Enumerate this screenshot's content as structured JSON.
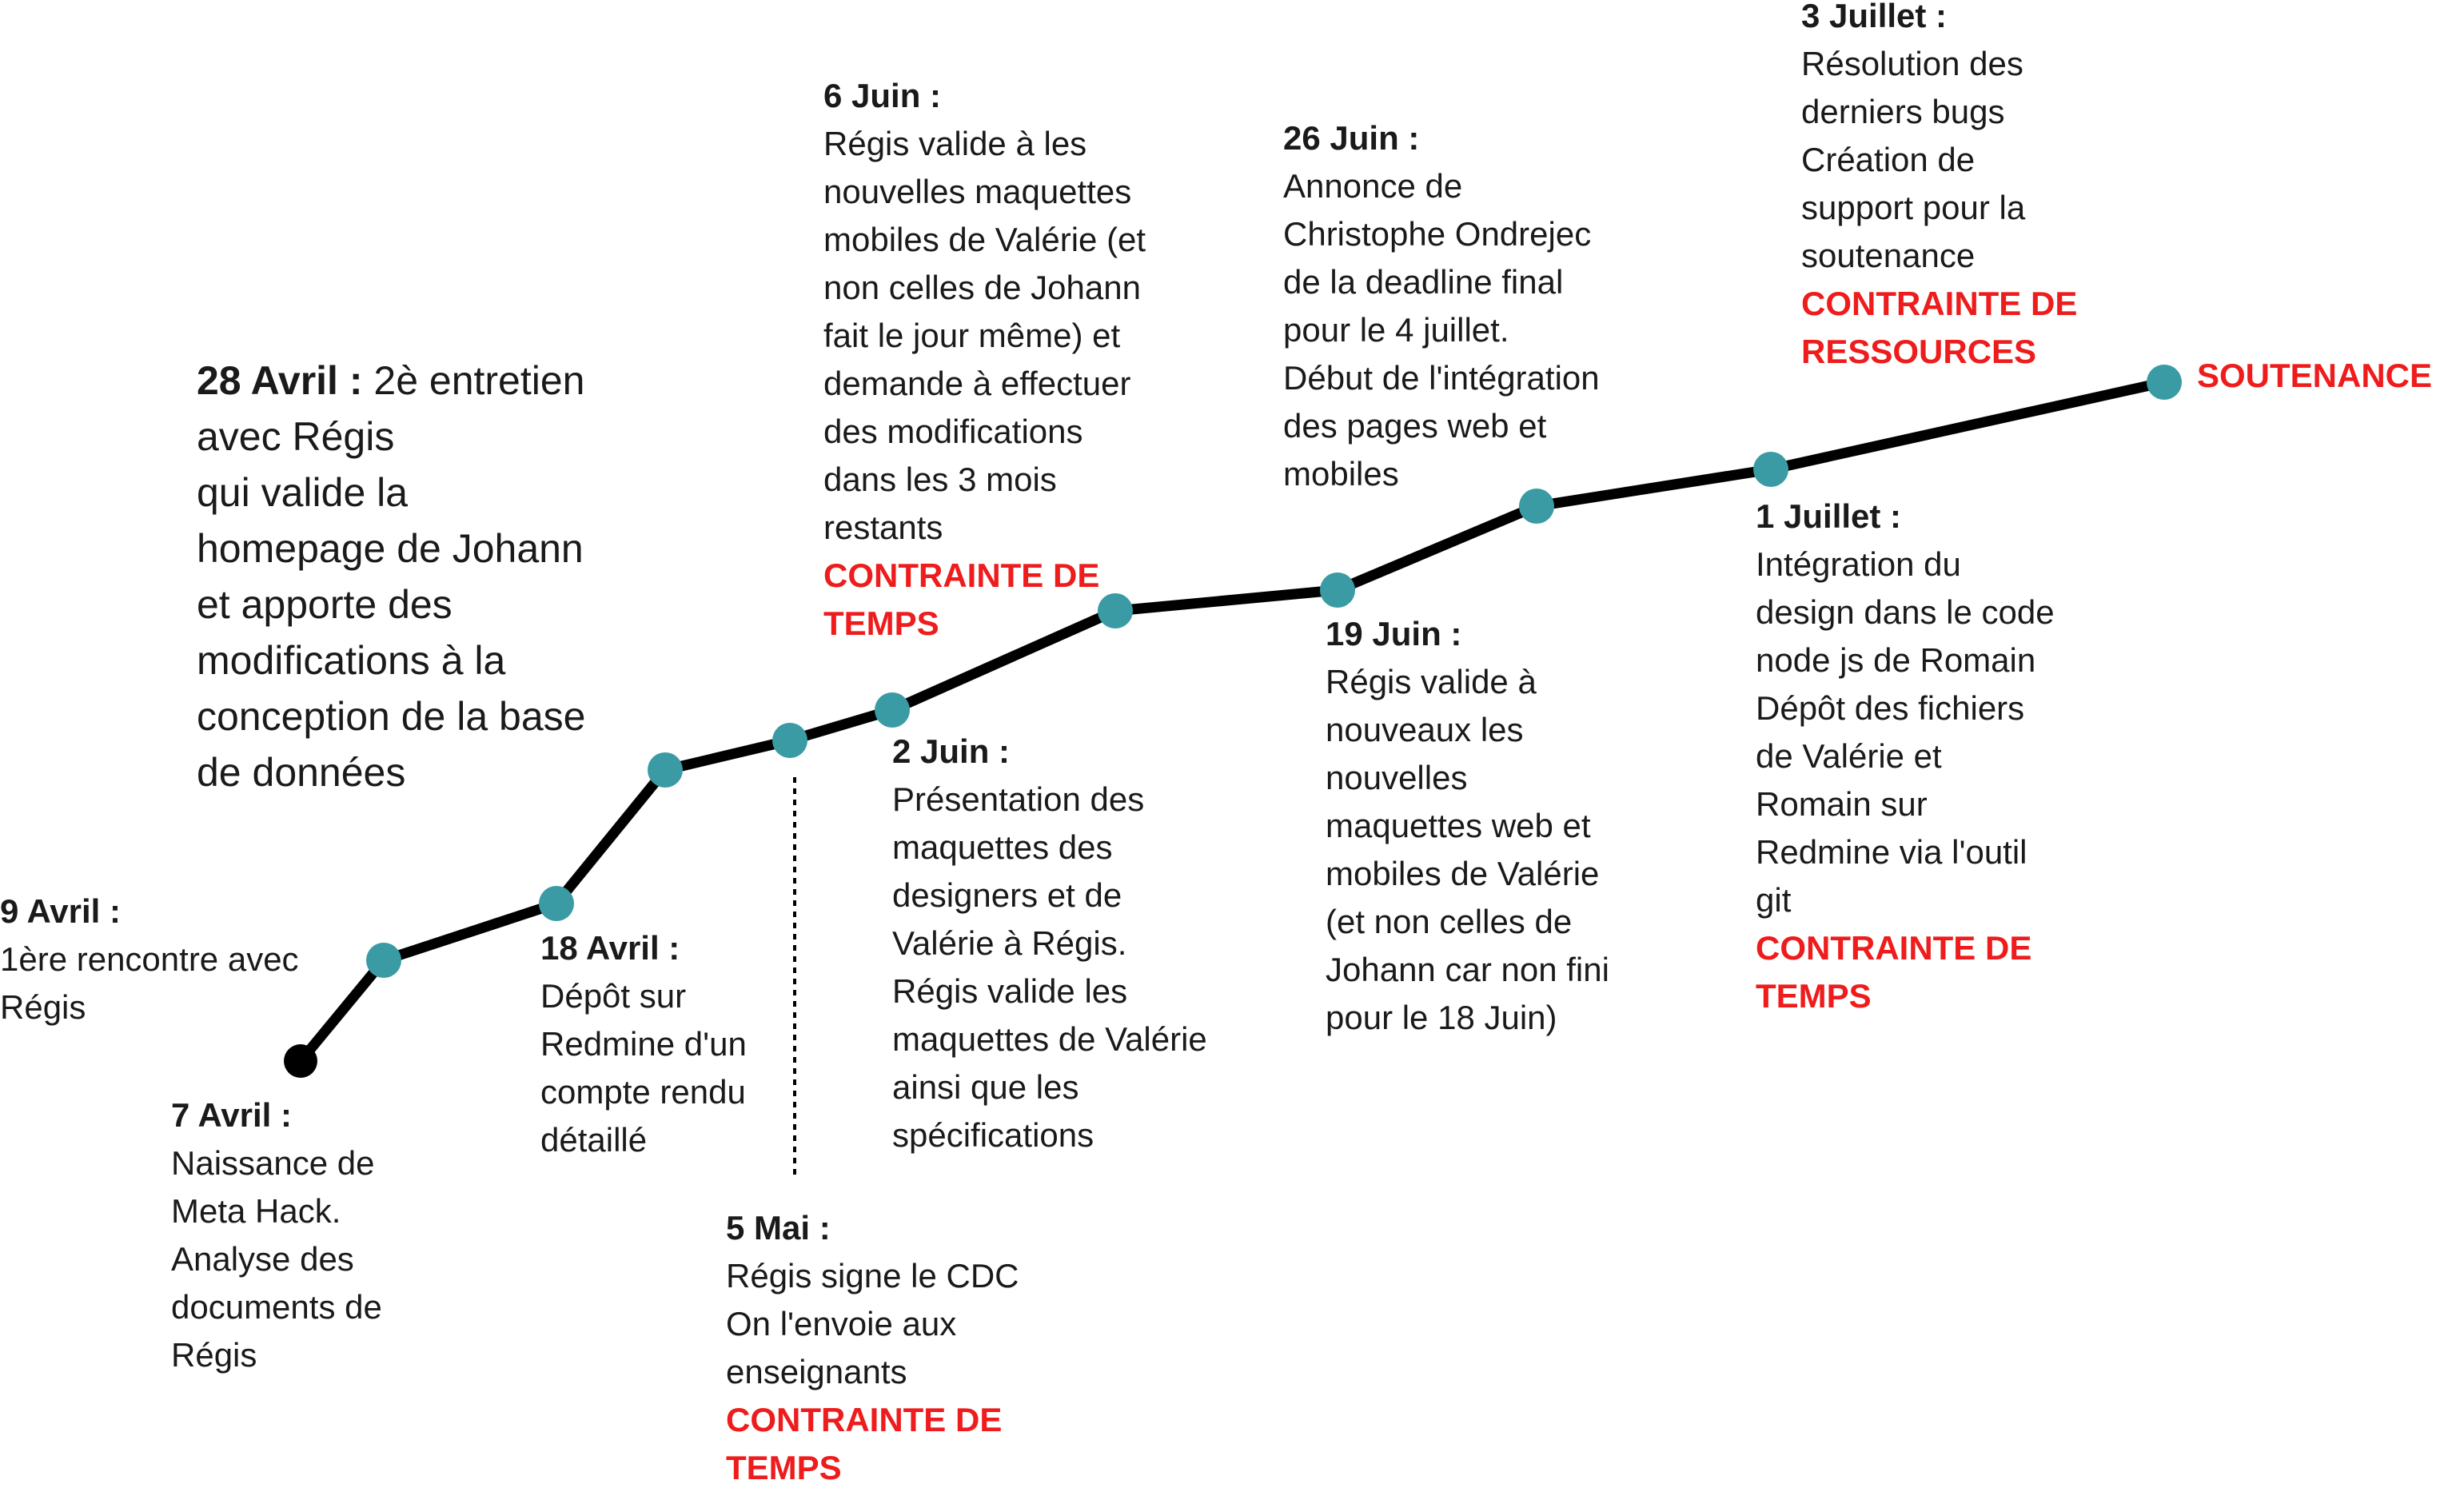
{
  "colors": {
    "line": "#000000",
    "node": "#3a9ba5",
    "start_node": "#000000",
    "constraint": "#ee1c1c",
    "text": "#1a1a1a"
  },
  "events": [
    {
      "id": "7-avril",
      "date": "7 Avril :",
      "lines": [
        "Naissance de",
        "Meta Hack.",
        "Analyse des",
        "documents de",
        "Régis"
      ],
      "constraint": []
    },
    {
      "id": "9-avril",
      "date": "9 Avril :",
      "lines": [
        "1ère rencontre avec",
        "Régis"
      ],
      "constraint": []
    },
    {
      "id": "18-avril",
      "date": "18 Avril :",
      "lines": [
        "Dépôt sur",
        "Redmine d'un",
        "compte rendu",
        "détaillé"
      ],
      "constraint": []
    },
    {
      "id": "28-avril",
      "date": "28 Avril :",
      "first_line_rest": " 2è entretien",
      "lines": [
        "avec Régis",
        "qui valide la",
        "homepage de Johann",
        "et apporte des",
        "modifications à la",
        "conception de la base",
        "de données"
      ],
      "constraint": []
    },
    {
      "id": "5-mai",
      "date": "5 Mai :",
      "lines": [
        "Régis signe le CDC",
        "On l'envoie aux",
        "enseignants"
      ],
      "constraint": [
        "CONTRAINTE DE",
        "TEMPS"
      ]
    },
    {
      "id": "2-juin",
      "date": "2 Juin :",
      "lines": [
        "Présentation des",
        "maquettes des",
        "designers et de",
        "Valérie à Régis.",
        "Régis valide les",
        "maquettes de Valérie",
        "ainsi que les",
        "spécifications"
      ],
      "constraint": []
    },
    {
      "id": "6-juin",
      "date": "6 Juin :",
      "lines": [
        "Régis valide à les",
        "nouvelles maquettes",
        "mobiles de Valérie (et",
        "non celles de Johann",
        "fait le jour même) et",
        "demande à effectuer",
        "des modifications",
        "dans les 3 mois",
        "restants"
      ],
      "constraint": [
        "CONTRAINTE DE",
        "TEMPS"
      ]
    },
    {
      "id": "19-juin",
      "date": "19 Juin :",
      "lines": [
        "Régis valide à",
        "nouveaux les",
        "nouvelles",
        "maquettes web et",
        "mobiles de Valérie",
        "(et non celles de",
        "Johann car non fini",
        "pour le 18 Juin)"
      ],
      "constraint": []
    },
    {
      "id": "26-juin",
      "date": "26 Juin :",
      "lines": [
        "Annonce de",
        "Christophe Ondrejec",
        "de la deadline final",
        "pour le 4 juillet.",
        "Début de l'intégration",
        "des pages web et",
        "mobiles"
      ],
      "constraint": []
    },
    {
      "id": "1-juillet",
      "date": "1 Juillet :",
      "lines": [
        "Intégration du",
        "design dans le code",
        "node js de Romain",
        "Dépôt des fichiers",
        "de Valérie et",
        "Romain sur",
        "Redmine via l'outil",
        "git"
      ],
      "constraint": [
        "CONTRAINTE DE",
        "TEMPS"
      ]
    },
    {
      "id": "3-juillet",
      "date": "3 Juillet :",
      "lines": [
        "Résolution des",
        "derniers bugs",
        "Création de",
        "support pour la",
        "soutenance"
      ],
      "constraint": [
        "CONTRAINTE  DE",
        "RESSOURCES"
      ]
    }
  ],
  "final_label": "SOUTENANCE"
}
